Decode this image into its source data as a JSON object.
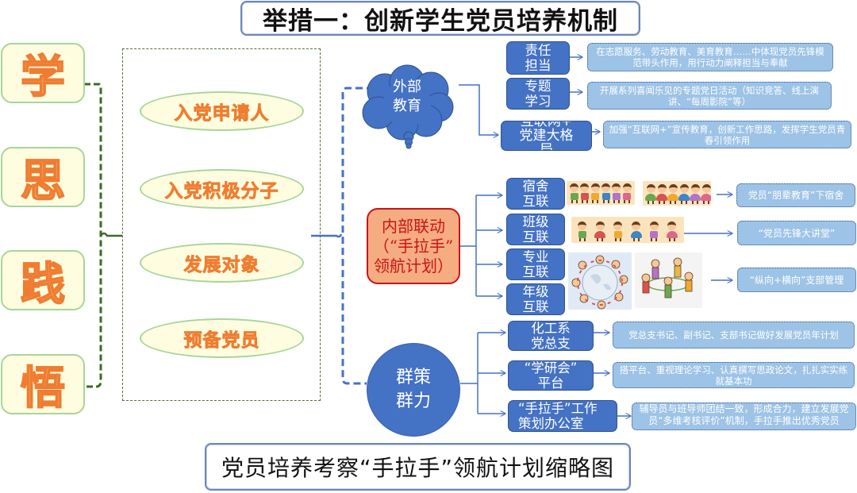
{
  "title": "举措一：创新学生党员培养机制",
  "caption": "党员培养考察“手拉手”领航计划缩略图",
  "principles": [
    "学",
    "思",
    "践",
    "悟"
  ],
  "stages": [
    "入党申请人",
    "入党积极分子",
    "发展对象",
    "预备党员"
  ],
  "colors": {
    "principle_text": "#ef7d31",
    "principle_fill": "#fffde0",
    "principle_border": "#a9d59a",
    "stage_border_dashed": "#50703a",
    "blue_node": "#4472c4",
    "detail_fill": "#9dc3e6",
    "inner_hub_fill": "#f5ac80",
    "inner_hub_border": "#c8141a",
    "connector_blue": "#4472c4"
  },
  "branches": {
    "outer": {
      "hub": "外部\n教育",
      "hub_shape": "cloud",
      "items": [
        {
          "label": "责任\n担当",
          "detail": "在志愿服务、劳动教育、美育教育……中体现党员先锋模范带头作用，用行动力阐释担当与奉献"
        },
        {
          "label": "专题\n学习",
          "detail": "开展系列喜闻乐见的专题党日活动（知识竞答、线上演讲、“每周影院”等）"
        },
        {
          "label": "互联网+\n党建大格\n局",
          "detail": "加强“互联网+”宣传教育，创新工作思路，发挥学生党员青春引领作用"
        }
      ]
    },
    "inner": {
      "hub": "内部联动\n（“手拉手”\n领航计划）",
      "hub_shape": "rounded-rect",
      "items": [
        {
          "label": "宿舍\n互联"
        },
        {
          "label": "班级\n互联"
        },
        {
          "label": "专业\n互联"
        },
        {
          "label": "年级\n互联"
        }
      ],
      "details": [
        "党员“朋辈教育”下宿舍",
        "“党员先锋大讲堂”",
        "“纵向+横向”支部管理"
      ],
      "pictures": [
        "children-holding-hands-boys",
        "children-holding-hands-girls",
        "children-holding-hands-row",
        "children-around-globe",
        "children-dancing-circle"
      ]
    },
    "group": {
      "hub": "群策\n群力",
      "hub_shape": "circle",
      "items": [
        {
          "label": "化工系\n党总支",
          "detail": "党总支书记、副书记、支部书记做好发展党员年计划"
        },
        {
          "label": "“学研会”\n平台",
          "detail": "搭平台、重视理论学习、认真撰写思政论文，扎扎实实练就基本功"
        },
        {
          "label": "“手拉手”工作\n策划办公室",
          "detail": "辅导员与班导师团结一致，形成合力，建立发展党员“多维考核评价”机制，手拉手推出优秀党员"
        }
      ]
    }
  }
}
